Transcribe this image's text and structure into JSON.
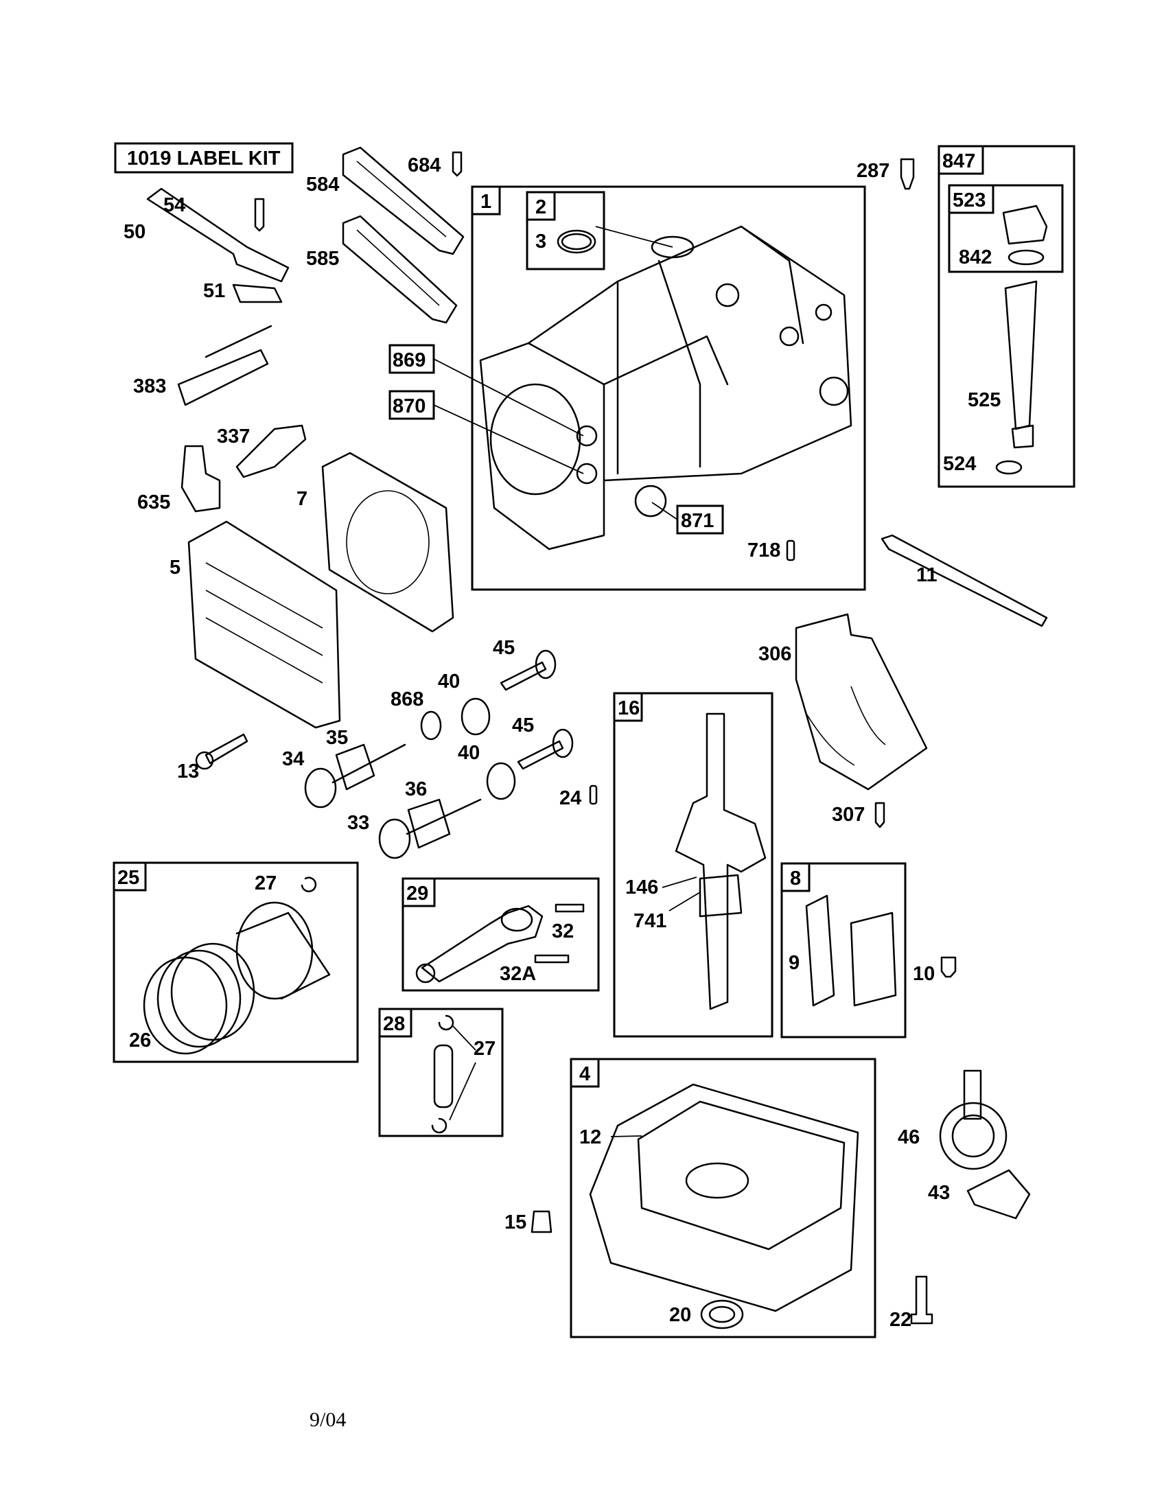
{
  "title_box": "1019 LABEL KIT",
  "callouts": {
    "c684": "684",
    "c584": "584",
    "c585": "585",
    "c54": "54",
    "c50": "50",
    "c51": "51",
    "c383": "383",
    "c337": "337",
    "c635": "635",
    "c7": "7",
    "c5": "5",
    "c869": "869",
    "c870": "870",
    "c871": "871",
    "c718": "718",
    "c1": "1",
    "c2": "2",
    "c3": "3",
    "c287": "287",
    "c847": "847",
    "c523": "523",
    "c842": "842",
    "c525": "525",
    "c524": "524",
    "c11": "11",
    "c306": "306",
    "c307": "307",
    "c45a": "45",
    "c45b": "45",
    "c40a": "40",
    "c40b": "40",
    "c868": "868",
    "c35": "35",
    "c34": "34",
    "c13": "13",
    "c36": "36",
    "c33": "33",
    "c24": "24",
    "c16": "16",
    "c146": "146",
    "c741": "741",
    "c25": "25",
    "c27a": "27",
    "c26": "26",
    "c29": "29",
    "c32": "32",
    "c32a": "32A",
    "c28": "28",
    "c27b": "27",
    "c8": "8",
    "c9": "9",
    "c10": "10",
    "c4": "4",
    "c12": "12",
    "c15": "15",
    "c20": "20",
    "c46": "46",
    "c43": "43",
    "c22": "22"
  },
  "footer_date": "9/04"
}
